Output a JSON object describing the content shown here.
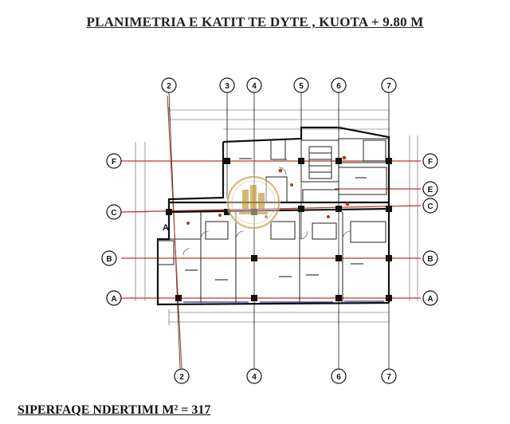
{
  "title": "PLANIMETRIA E KATIT TE DYTE , KUOTA + 9.80 M",
  "footer": "SIPERFAQE NDERTIMI M² = 317",
  "grid": {
    "columns_top": [
      "2",
      "3",
      "4",
      "5",
      "6",
      "7"
    ],
    "columns_bottom": [
      "2",
      "4",
      "6",
      "7"
    ],
    "rows_left": [
      "F",
      "C",
      "B",
      "A"
    ],
    "rows_right": [
      "F",
      "E",
      "C",
      "B",
      "A"
    ]
  },
  "plan": {
    "corridor_label": "A"
  },
  "colors": {
    "grid_line": "#c0392b",
    "wall": "#111111",
    "dim_line": "#555555",
    "logo_gold": "#c9a24a"
  }
}
